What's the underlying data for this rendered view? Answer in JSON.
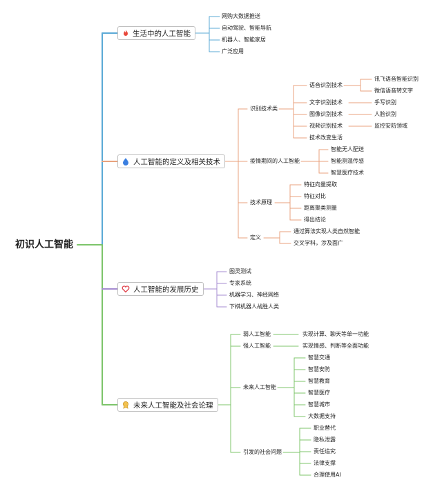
{
  "root": "初识人工智能",
  "branches": [
    {
      "label": "生活中的人工智能",
      "icon": "fire-icon",
      "color": "#5aa9d6",
      "children": [
        "网购大数据推送",
        "自动驾驶、智能导航",
        "机器人、智能家居",
        "广泛应用"
      ]
    },
    {
      "label": "人工智能的定义及相关技术",
      "icon": "water-drop-icon",
      "color": "#e8a27c",
      "groups": [
        {
          "label": "识别技术类",
          "items": [
            {
              "label": "语音识别技术",
              "children": [
                "讯飞语音智能识别",
                "微信语音转文字"
              ]
            },
            {
              "label": "文字识别技术",
              "children": [
                "手写识别"
              ]
            },
            {
              "label": "图像识别技术",
              "children": [
                "人脸识别"
              ]
            },
            {
              "label": "视频识别技术",
              "children": [
                "监控安防领域"
              ]
            },
            {
              "label": "技术改变生活",
              "children": []
            }
          ]
        },
        {
          "label": "疫情期间的人工智能",
          "items": [
            {
              "label": "智能无人配送"
            },
            {
              "label": "智能测温传感"
            },
            {
              "label": "智慧医疗技术"
            }
          ]
        },
        {
          "label": "技术原理",
          "items": [
            {
              "label": "特征向量提取"
            },
            {
              "label": "特征对比"
            },
            {
              "label": "距离聚类测量"
            },
            {
              "label": "得出结论"
            }
          ]
        },
        {
          "label": "定义",
          "items": [
            {
              "label": "通过算法实现人类自然智能"
            },
            {
              "label": "交叉学科，涉及面广"
            }
          ]
        }
      ]
    },
    {
      "label": "人工智能的发展历史",
      "icon": "heart-icon",
      "color": "#a58bd0",
      "children": [
        "图灵测试",
        "专家系统",
        "机器学习、神经网络",
        "下棋机器人战胜人类"
      ]
    },
    {
      "label": "未来人工智能及社会论理",
      "icon": "badge-icon",
      "color": "#7cc46a",
      "groups": [
        {
          "label": "弱人工智能",
          "items": [
            {
              "label": "实现计算、聊天等单一功能"
            }
          ]
        },
        {
          "label": "强人工智能",
          "items": [
            {
              "label": "实现情感、判断等全面功能"
            }
          ]
        },
        {
          "label": "未来人工智能",
          "items": [
            {
              "label": "智慧交通"
            },
            {
              "label": "智慧安防"
            },
            {
              "label": "智慧教育"
            },
            {
              "label": "智慧医疗"
            },
            {
              "label": "智慧城市"
            },
            {
              "label": "大数据支持"
            }
          ]
        },
        {
          "label": "引发的社会问题",
          "items": [
            {
              "label": "职业替代"
            },
            {
              "label": "隐私泄露"
            },
            {
              "label": "责任追究"
            },
            {
              "label": "法律支撑"
            },
            {
              "label": "合理使用AI"
            }
          ]
        }
      ]
    }
  ]
}
